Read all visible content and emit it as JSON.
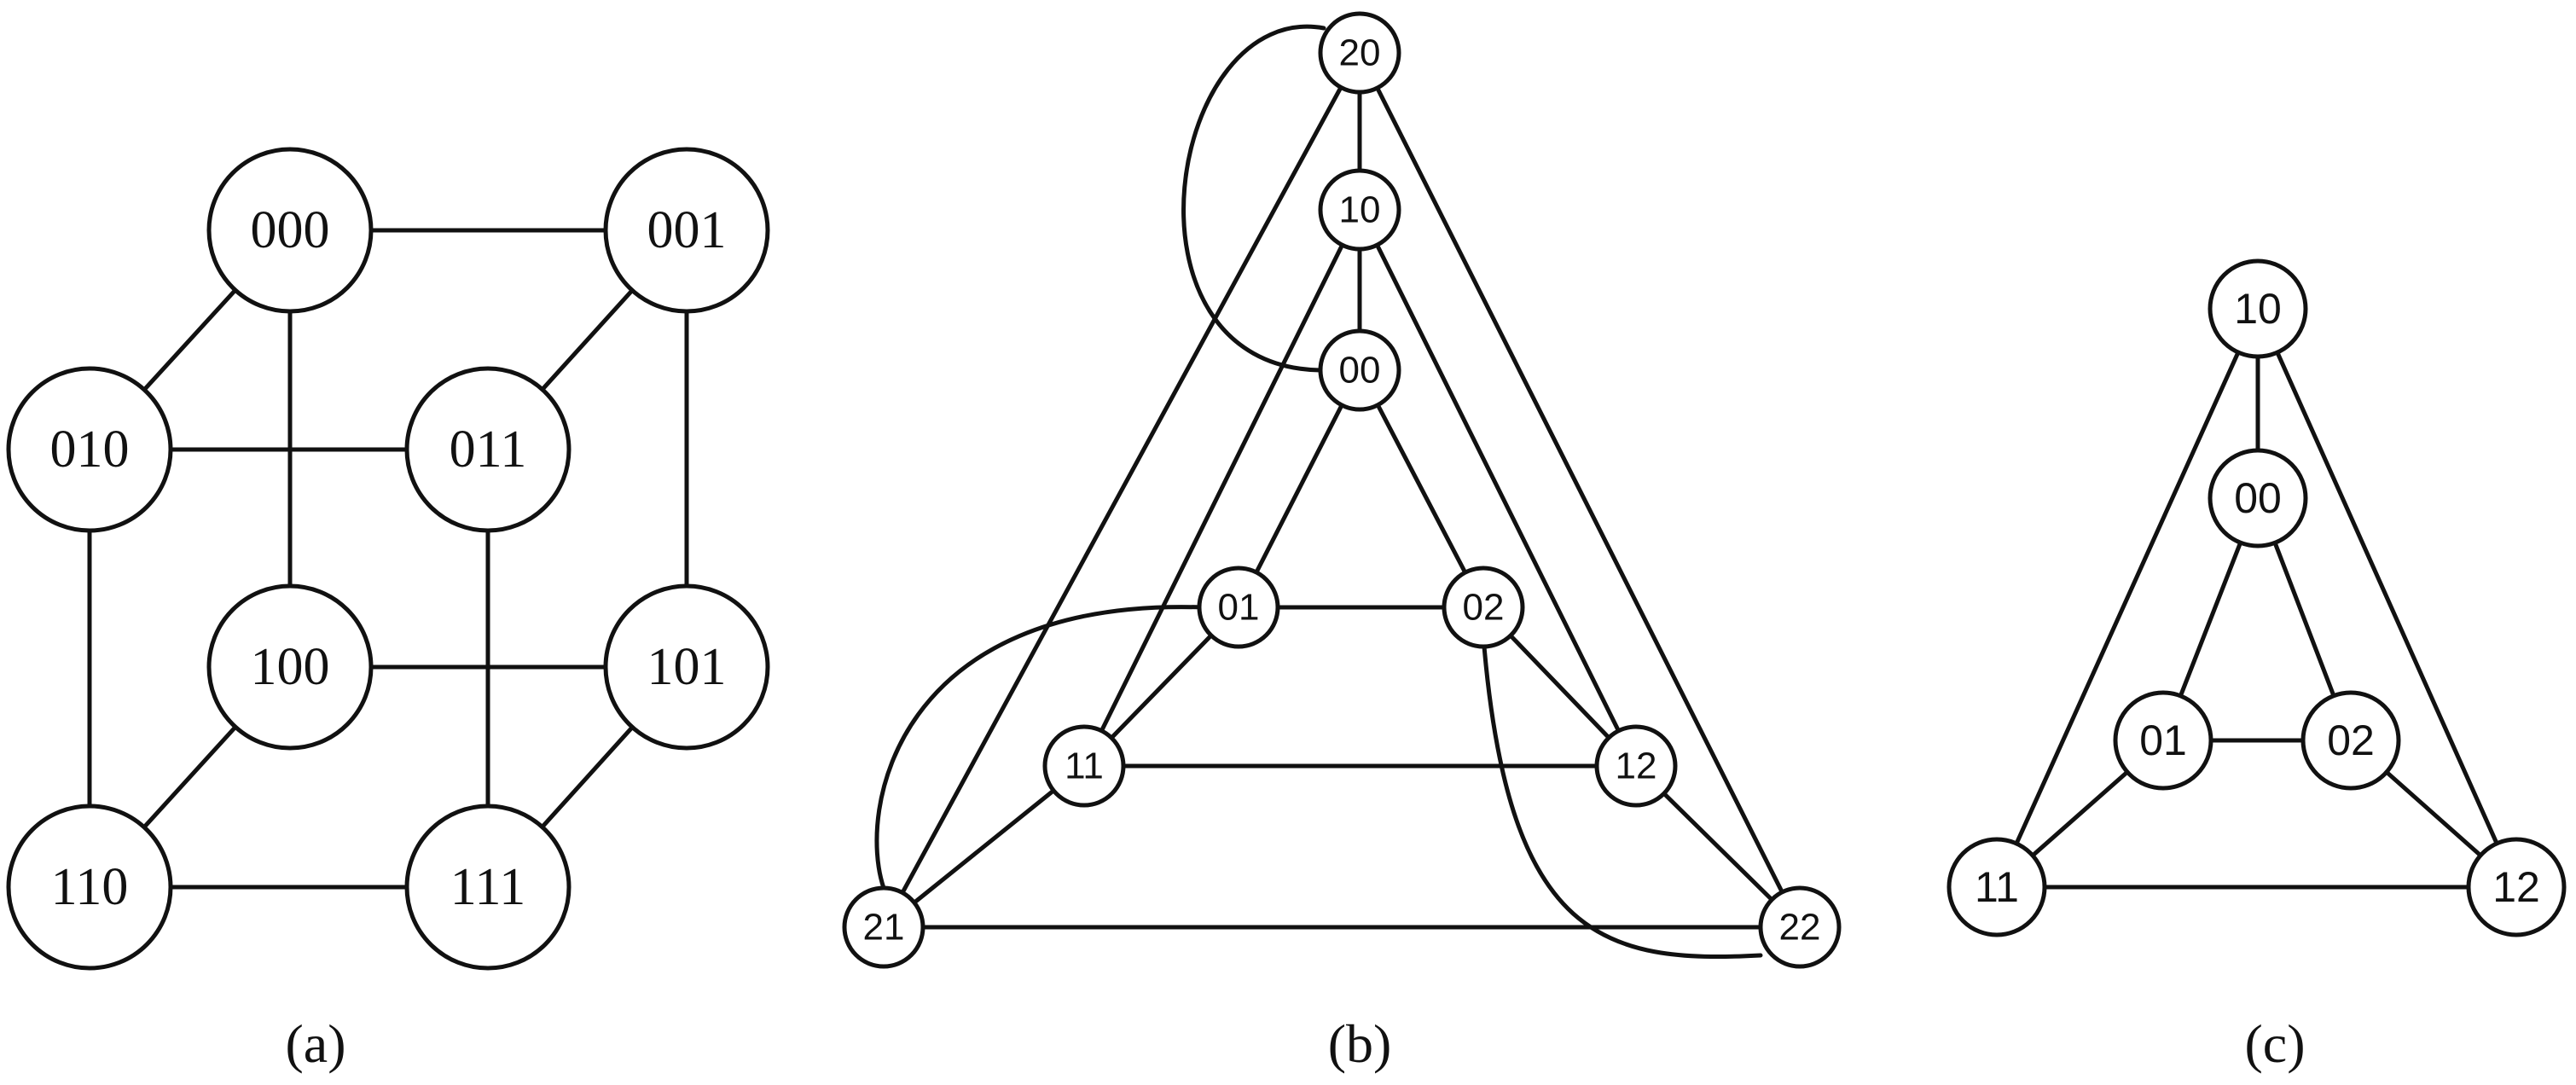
{
  "diagrams": [
    {
      "id": "a",
      "caption": "(a)",
      "nodes": [
        {
          "id": "000",
          "label": "000"
        },
        {
          "id": "001",
          "label": "001"
        },
        {
          "id": "010",
          "label": "010"
        },
        {
          "id": "011",
          "label": "011"
        },
        {
          "id": "100",
          "label": "100"
        },
        {
          "id": "101",
          "label": "101"
        },
        {
          "id": "110",
          "label": "110"
        },
        {
          "id": "111",
          "label": "111"
        }
      ],
      "edges": [
        [
          "000",
          "001"
        ],
        [
          "000",
          "010"
        ],
        [
          "000",
          "100"
        ],
        [
          "001",
          "011"
        ],
        [
          "001",
          "101"
        ],
        [
          "010",
          "011"
        ],
        [
          "010",
          "110"
        ],
        [
          "011",
          "111"
        ],
        [
          "100",
          "101"
        ],
        [
          "100",
          "110"
        ],
        [
          "101",
          "111"
        ],
        [
          "110",
          "111"
        ]
      ]
    },
    {
      "id": "b",
      "caption": "(b)",
      "nodes": [
        {
          "id": "20",
          "label": "20"
        },
        {
          "id": "10",
          "label": "10"
        },
        {
          "id": "00",
          "label": "00"
        },
        {
          "id": "01",
          "label": "01"
        },
        {
          "id": "02",
          "label": "02"
        },
        {
          "id": "11",
          "label": "11"
        },
        {
          "id": "12",
          "label": "12"
        },
        {
          "id": "21",
          "label": "21"
        },
        {
          "id": "22",
          "label": "22"
        }
      ],
      "edges": [
        [
          "20",
          "10"
        ],
        [
          "10",
          "00"
        ],
        [
          "20",
          "21"
        ],
        [
          "20",
          "22"
        ],
        [
          "10",
          "11"
        ],
        [
          "10",
          "12"
        ],
        [
          "00",
          "01"
        ],
        [
          "00",
          "02"
        ],
        [
          "01",
          "02"
        ],
        [
          "01",
          "11"
        ],
        [
          "02",
          "12"
        ],
        [
          "11",
          "12"
        ],
        [
          "11",
          "21"
        ],
        [
          "12",
          "22"
        ],
        [
          "21",
          "22"
        ]
      ],
      "curved_edges": [
        [
          "20",
          "00"
        ],
        [
          "01",
          "21"
        ],
        [
          "02",
          "22"
        ]
      ]
    },
    {
      "id": "c",
      "caption": "(c)",
      "nodes": [
        {
          "id": "10",
          "label": "10"
        },
        {
          "id": "00",
          "label": "00"
        },
        {
          "id": "01",
          "label": "01"
        },
        {
          "id": "02",
          "label": "02"
        },
        {
          "id": "11",
          "label": "11"
        },
        {
          "id": "12",
          "label": "12"
        }
      ],
      "edges": [
        [
          "10",
          "00"
        ],
        [
          "10",
          "11"
        ],
        [
          "10",
          "12"
        ],
        [
          "00",
          "01"
        ],
        [
          "00",
          "02"
        ],
        [
          "01",
          "02"
        ],
        [
          "01",
          "11"
        ],
        [
          "02",
          "12"
        ],
        [
          "11",
          "12"
        ]
      ]
    }
  ]
}
